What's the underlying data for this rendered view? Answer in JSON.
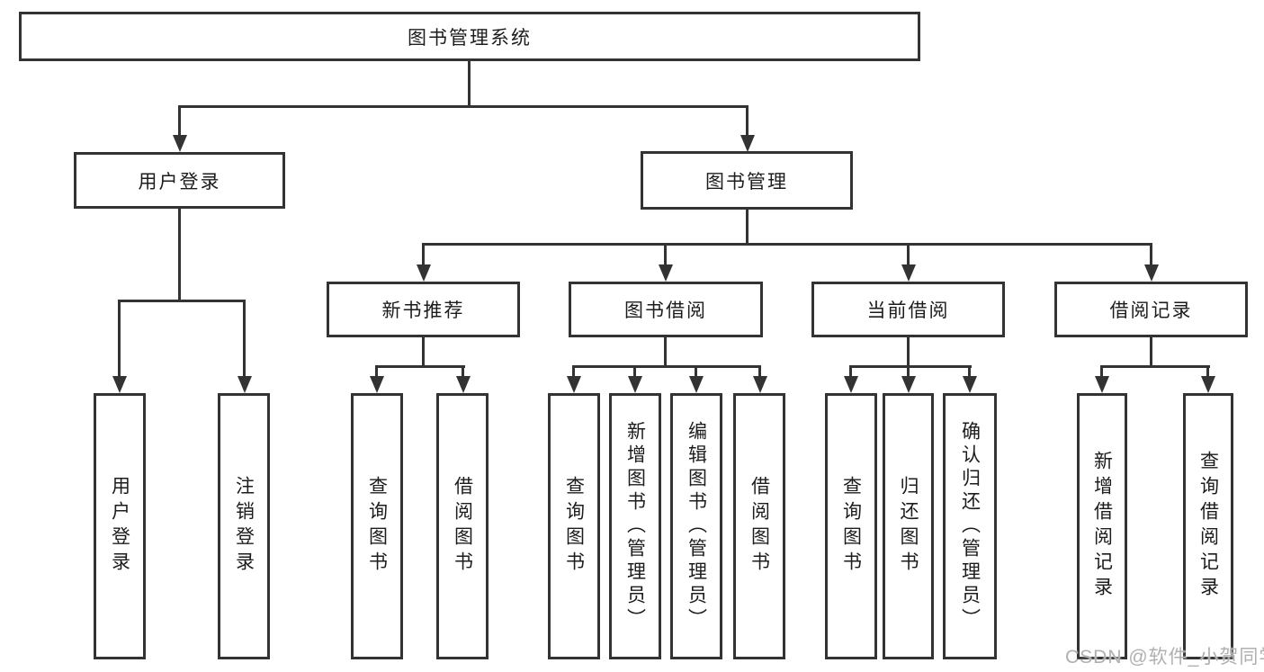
{
  "diagram_type": "hierarchy-tree",
  "colors": {
    "line": "#333333",
    "box_border": "#333333",
    "text": "#1c1c1c",
    "background": "#ffffff",
    "watermark": "#b0b0b0"
  },
  "watermark": "CSDN @软件_小贺同学",
  "tree": {
    "root": {
      "label": "图书管理系统",
      "children": [
        {
          "label": "用户登录",
          "children": [
            {
              "label": "用户登录"
            },
            {
              "label": "注销登录"
            }
          ]
        },
        {
          "label": "图书管理",
          "children": [
            {
              "label": "新书推荐",
              "children": [
                {
                  "label": "查询图书"
                },
                {
                  "label": "借阅图书"
                }
              ]
            },
            {
              "label": "图书借阅",
              "children": [
                {
                  "label": "查询图书"
                },
                {
                  "label": "新增图书（管理员）"
                },
                {
                  "label": "编辑图书（管理员）"
                },
                {
                  "label": "借阅图书"
                }
              ]
            },
            {
              "label": "当前借阅",
              "children": [
                {
                  "label": "查询图书"
                },
                {
                  "label": "归还图书"
                },
                {
                  "label": "确认归还（管理员）"
                }
              ]
            },
            {
              "label": "借阅记录",
              "children": [
                {
                  "label": "新增借阅记录"
                },
                {
                  "label": "查询借阅记录"
                }
              ]
            }
          ]
        }
      ]
    }
  }
}
